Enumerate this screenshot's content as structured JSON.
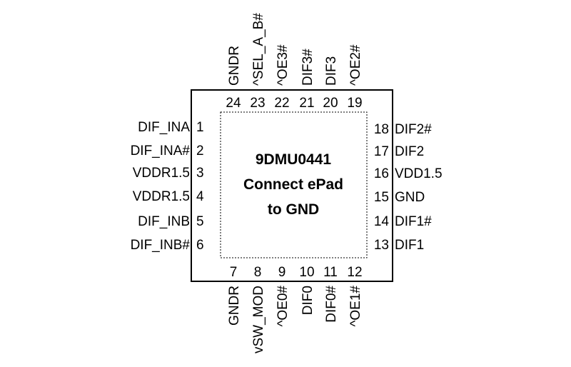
{
  "chip": {
    "part_number": "9DMU0441",
    "note_line1": "Connect ePad",
    "note_line2": "to GND"
  },
  "pins": {
    "left": [
      {
        "num": "1",
        "label": "DIF_INA"
      },
      {
        "num": "2",
        "label": "DIF_INA#"
      },
      {
        "num": "3",
        "label": "VDDR1.5"
      },
      {
        "num": "4",
        "label": "VDDR1.5"
      },
      {
        "num": "5",
        "label": "DIF_INB"
      },
      {
        "num": "6",
        "label": "DIF_INB#"
      }
    ],
    "bottom": [
      {
        "num": "7",
        "label": "GNDR"
      },
      {
        "num": "8",
        "label": "vSW_MOD"
      },
      {
        "num": "9",
        "label": "^OE0#"
      },
      {
        "num": "10",
        "label": "DIF0"
      },
      {
        "num": "11",
        "label": "DIF0#"
      },
      {
        "num": "12",
        "label": "^OE1#"
      }
    ],
    "right": [
      {
        "num": "13",
        "label": "DIF1"
      },
      {
        "num": "14",
        "label": "DIF1#"
      },
      {
        "num": "15",
        "label": "GND"
      },
      {
        "num": "16",
        "label": "VDD1.5"
      },
      {
        "num": "17",
        "label": "DIF2"
      },
      {
        "num": "18",
        "label": "DIF2#"
      }
    ],
    "top": [
      {
        "num": "19",
        "label": "^OE2#"
      },
      {
        "num": "20",
        "label": "DIF3"
      },
      {
        "num": "21",
        "label": "DIF3#"
      },
      {
        "num": "22",
        "label": "^OE3#"
      },
      {
        "num": "23",
        "label": "^SEL_A_B#"
      },
      {
        "num": "24",
        "label": "GNDR"
      }
    ]
  }
}
